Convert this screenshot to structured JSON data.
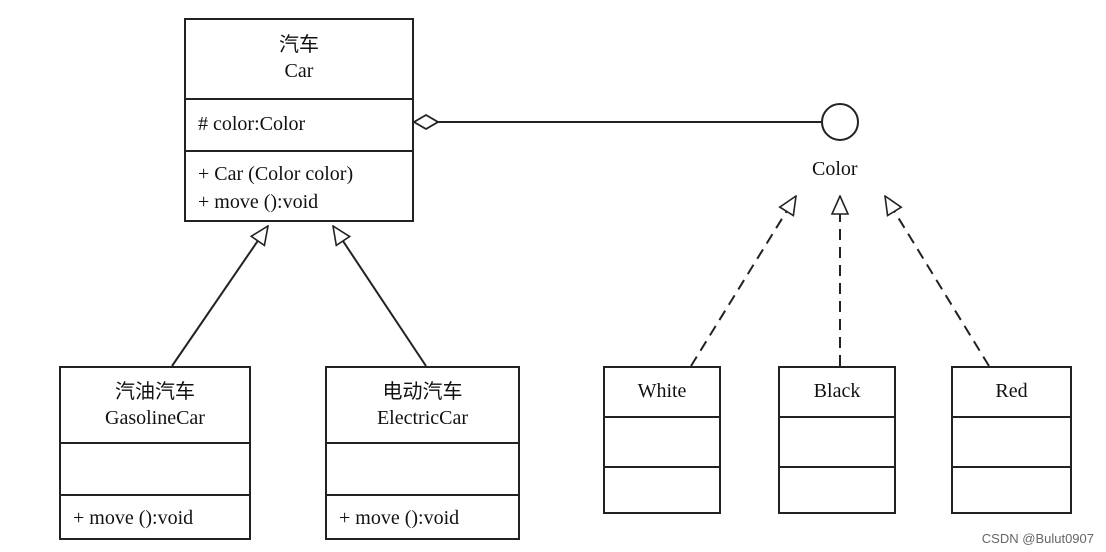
{
  "classes": {
    "car": {
      "name_cn": "汽车",
      "name_en": "Car",
      "attributes": [
        "# color:Color"
      ],
      "operations": [
        "+ Car (Color color)",
        "+ move ():void"
      ]
    },
    "gasoline_car": {
      "name_cn": "汽油汽车",
      "name_en": "GasolineCar",
      "operations": [
        "+ move ():void"
      ]
    },
    "electric_car": {
      "name_cn": "电动汽车",
      "name_en": "ElectricCar",
      "operations": [
        "+ move ():void"
      ]
    },
    "white": {
      "name": "White"
    },
    "black": {
      "name": "Black"
    },
    "red": {
      "name": "Red"
    }
  },
  "interface": {
    "name": "Color"
  },
  "watermark": "CSDN @Bulut0907"
}
